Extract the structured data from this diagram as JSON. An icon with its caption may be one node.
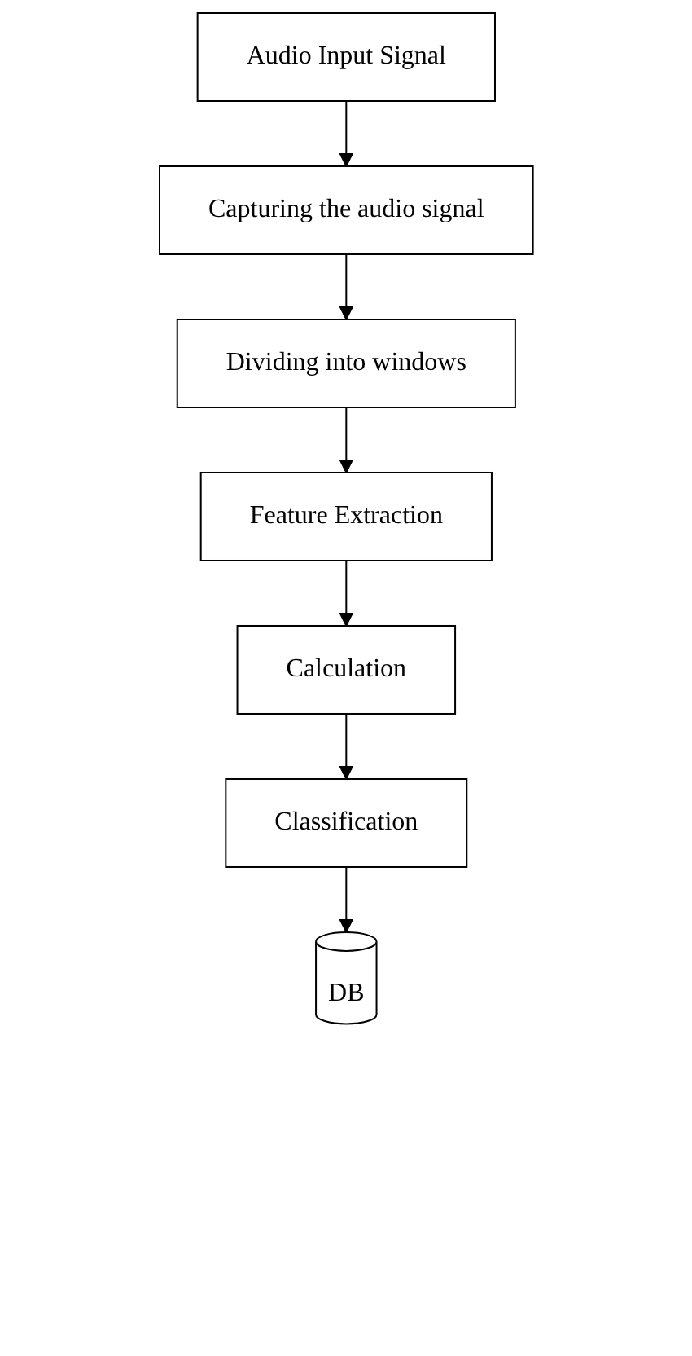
{
  "diagram": {
    "nodes": [
      {
        "text": [
          "Audio Input Signal"
        ]
      },
      {
        "text": [
          "Capturing the audio signal"
        ]
      },
      {
        "text": [
          "Dividing into windows"
        ]
      },
      {
        "text": [
          "Feature Extraction"
        ]
      },
      {
        "text": [
          "Calculation"
        ]
      },
      {
        "text": [
          "Classification"
        ]
      },
      {
        "text": [
          "DB"
        ]
      }
    ],
    "edges": [
      {
        "from": 0,
        "to": 1,
        "arrow": "to"
      },
      {
        "from": 1,
        "to": 2,
        "arrow": "to"
      },
      {
        "from": 2,
        "to": 3,
        "arrow": "to"
      },
      {
        "from": 3,
        "to": 4,
        "arrow": "to"
      },
      {
        "from": 4,
        "to": 5,
        "arrow": "to"
      },
      {
        "from": 5,
        "to": 6,
        "arrow": "to"
      }
    ]
  }
}
